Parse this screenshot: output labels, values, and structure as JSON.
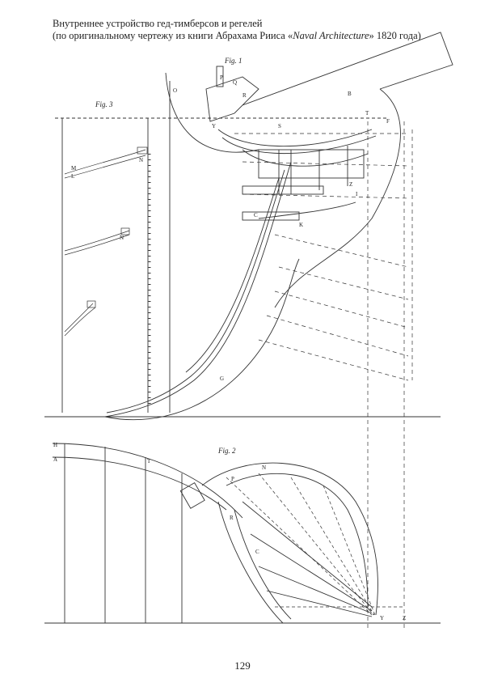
{
  "caption": {
    "line1": "Внутреннее устройство гед-тимберсов и регелей",
    "line2_prefix": "(по оригинальному чертежу из книги Абрахама Рииса «",
    "line2_italic": "Naval Architecture",
    "line2_suffix": "» 1820 года)"
  },
  "figures": {
    "fig1": "Fig. 1",
    "fig2": "Fig. 2",
    "fig3": "Fig. 3"
  },
  "labels": {
    "top": [
      "B",
      "T",
      "F",
      "G",
      "O",
      "N",
      "S",
      "Y",
      "Q",
      "P",
      "R"
    ],
    "side": [
      "M",
      "L",
      "N",
      "K",
      "Z",
      "I",
      "C"
    ],
    "fig2": [
      "H",
      "A",
      "T",
      "N",
      "P",
      "R",
      "C",
      "Y",
      "Z"
    ]
  },
  "page_number": "129"
}
